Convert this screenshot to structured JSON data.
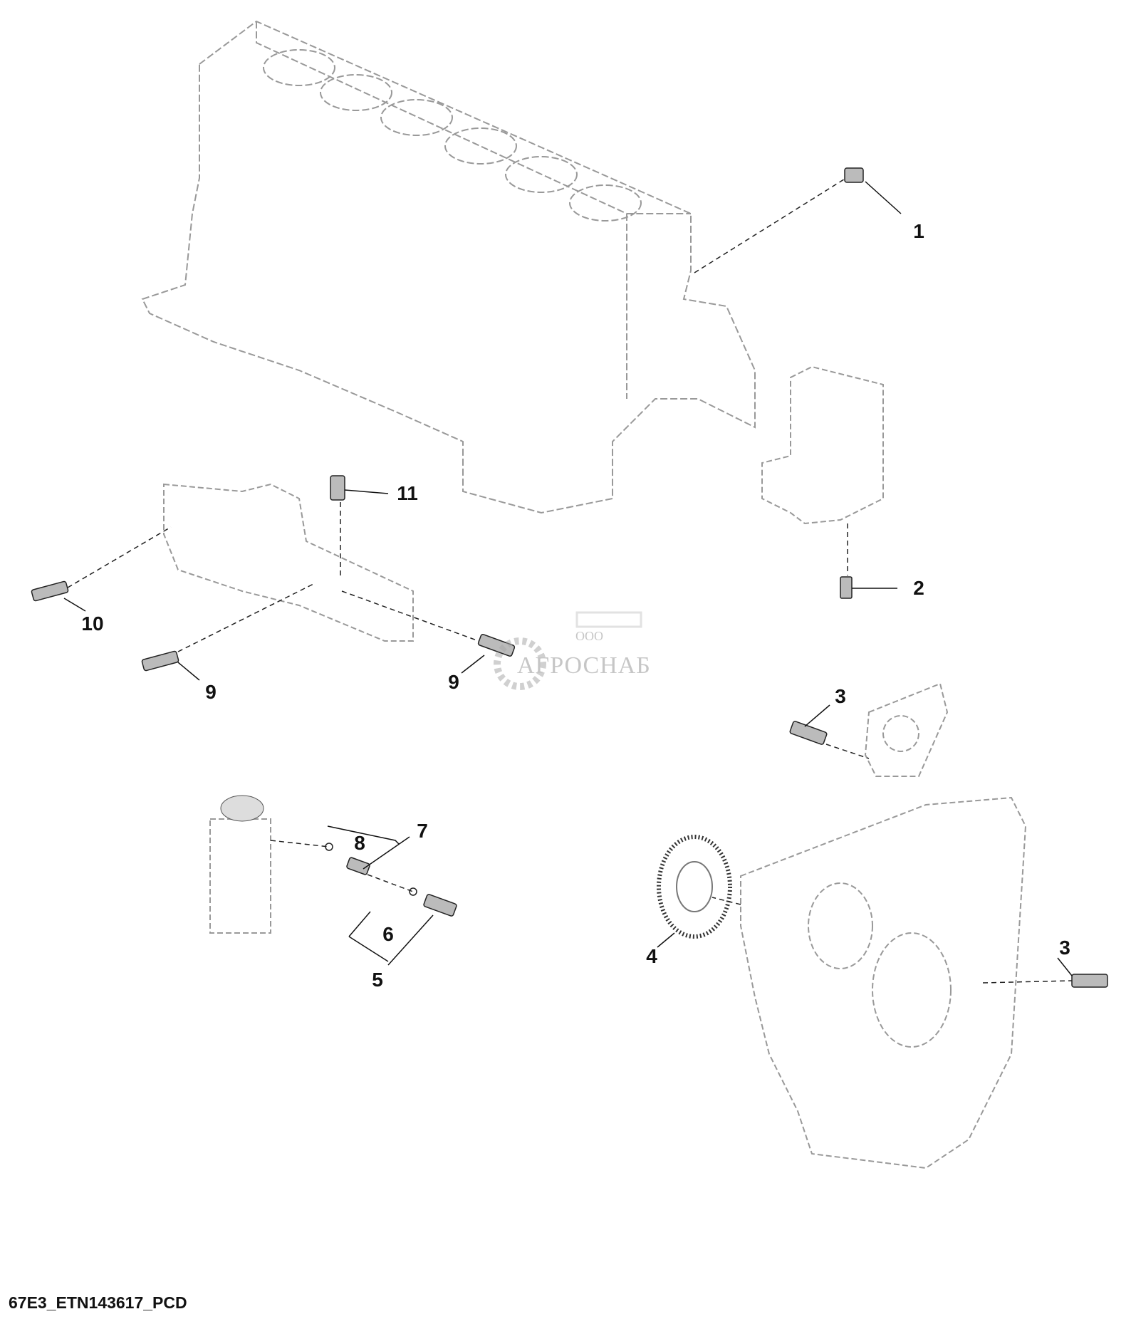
{
  "diagram": {
    "figure_id": "67E3_ETN143617_PCD",
    "watermark": {
      "prefix": "ООО",
      "name": "АГРОСНАБ"
    },
    "callouts": [
      {
        "id": "c1",
        "label": "1"
      },
      {
        "id": "c11",
        "label": "11"
      },
      {
        "id": "c2",
        "label": "2"
      },
      {
        "id": "c10",
        "label": "10"
      },
      {
        "id": "c9a",
        "label": "9"
      },
      {
        "id": "c9b",
        "label": "9"
      },
      {
        "id": "c3a",
        "label": "3"
      },
      {
        "id": "c7",
        "label": "7"
      },
      {
        "id": "c8",
        "label": "8"
      },
      {
        "id": "c6",
        "label": "6"
      },
      {
        "id": "c5",
        "label": "5"
      },
      {
        "id": "c4",
        "label": "4"
      },
      {
        "id": "c3b",
        "label": "3"
      }
    ],
    "colors": {
      "line": "#222222",
      "part": "#9a9a9a",
      "watermark": "#bbbbbb"
    }
  }
}
